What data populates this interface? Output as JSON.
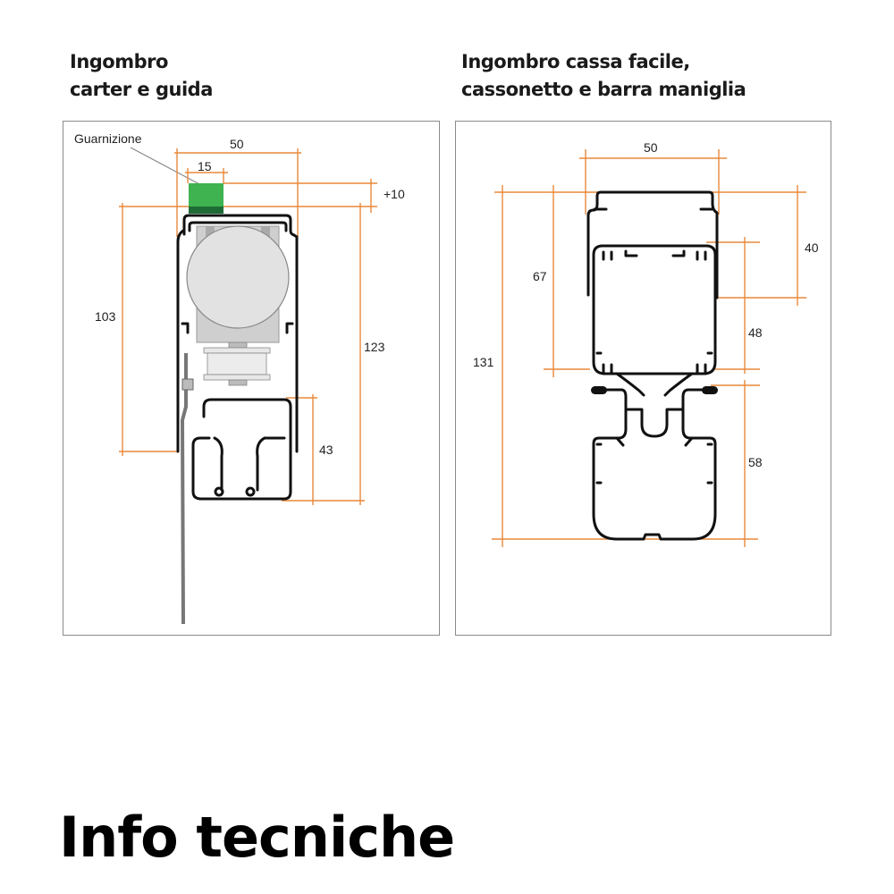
{
  "left_panel": {
    "heading_line1": "Ingombro",
    "heading_line2": "carter e guida",
    "seal_label": "Guarnizione",
    "dims": {
      "width_total": "50",
      "seal_width": "15",
      "seal_extra": "+10",
      "height_carter": "103",
      "height_total": "123",
      "height_guide": "43"
    }
  },
  "right_panel": {
    "heading_line1": "Ingombro cassa facile,",
    "heading_line2": "cassonetto e barra maniglia",
    "dims": {
      "width": "50",
      "height_total": "131",
      "height_box": "67",
      "height_cover": "40",
      "height_cassonetto": "48",
      "height_bar": "58"
    }
  },
  "footer": {
    "title": "Info tecniche"
  },
  "colors": {
    "dimension": "#e8893a",
    "seal": "#3fb34f",
    "seal_dark": "#1f6b35",
    "profile": "#111111"
  }
}
